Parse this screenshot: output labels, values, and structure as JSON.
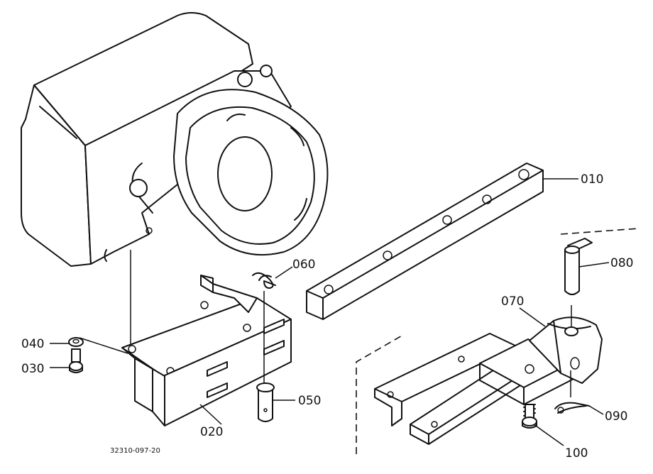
{
  "diagram": {
    "drawing_number": "32310-097-20",
    "parts": [
      {
        "id": "p010",
        "number": "010"
      },
      {
        "id": "p020",
        "number": "020"
      },
      {
        "id": "p030",
        "number": "030"
      },
      {
        "id": "p040",
        "number": "040"
      },
      {
        "id": "p050",
        "number": "050"
      },
      {
        "id": "p060",
        "number": "060"
      },
      {
        "id": "p070",
        "number": "070"
      },
      {
        "id": "p080",
        "number": "080"
      },
      {
        "id": "p090",
        "number": "090"
      },
      {
        "id": "p100",
        "number": "100"
      }
    ]
  }
}
